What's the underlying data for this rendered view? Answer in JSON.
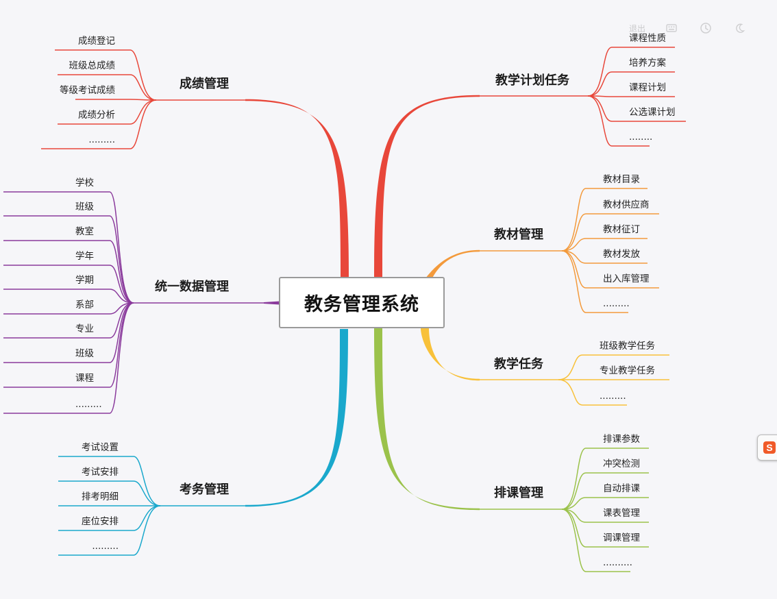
{
  "center": {
    "title": "教务管理系统"
  },
  "toolbar": {
    "logout_label": "退出"
  },
  "branches": [
    {
      "id": "score",
      "title": "成绩管理",
      "color": "#e8473a",
      "items": [
        "成绩登记",
        "班级总成绩",
        "等级考试成绩",
        "成绩分析",
        "........."
      ]
    },
    {
      "id": "basedata",
      "title": "统一数据管理",
      "color": "#8a3a9c",
      "items": [
        "学校",
        "班级",
        "教室",
        "学年",
        "学期",
        "系部",
        "专业",
        "班级",
        "课程",
        "........."
      ]
    },
    {
      "id": "exam",
      "title": "考务管理",
      "color": "#1aa8cc",
      "items": [
        "考试设置",
        "考试安排",
        "排考明细",
        "座位安排",
        "........."
      ]
    },
    {
      "id": "plan",
      "title": "教学计划任务",
      "color": "#e8473a",
      "items": [
        "课程性质",
        "培养方案",
        "课程计划",
        "公选课计划",
        "........"
      ]
    },
    {
      "id": "textbook",
      "title": "教材管理",
      "color": "#f39a3c",
      "items": [
        "教材目录",
        "教材供应商",
        "教材征订",
        "教材发放",
        "出入库管理",
        "........."
      ]
    },
    {
      "id": "task",
      "title": "教学任务",
      "color": "#f8c13a",
      "items": [
        "班级教学任务",
        "专业教学任务",
        "........."
      ]
    },
    {
      "id": "schedule",
      "title": "排课管理",
      "color": "#9bc24b",
      "items": [
        "排课参数",
        "冲突检测",
        "自动排课",
        "课表管理",
        "调课管理",
        ".........."
      ]
    }
  ]
}
